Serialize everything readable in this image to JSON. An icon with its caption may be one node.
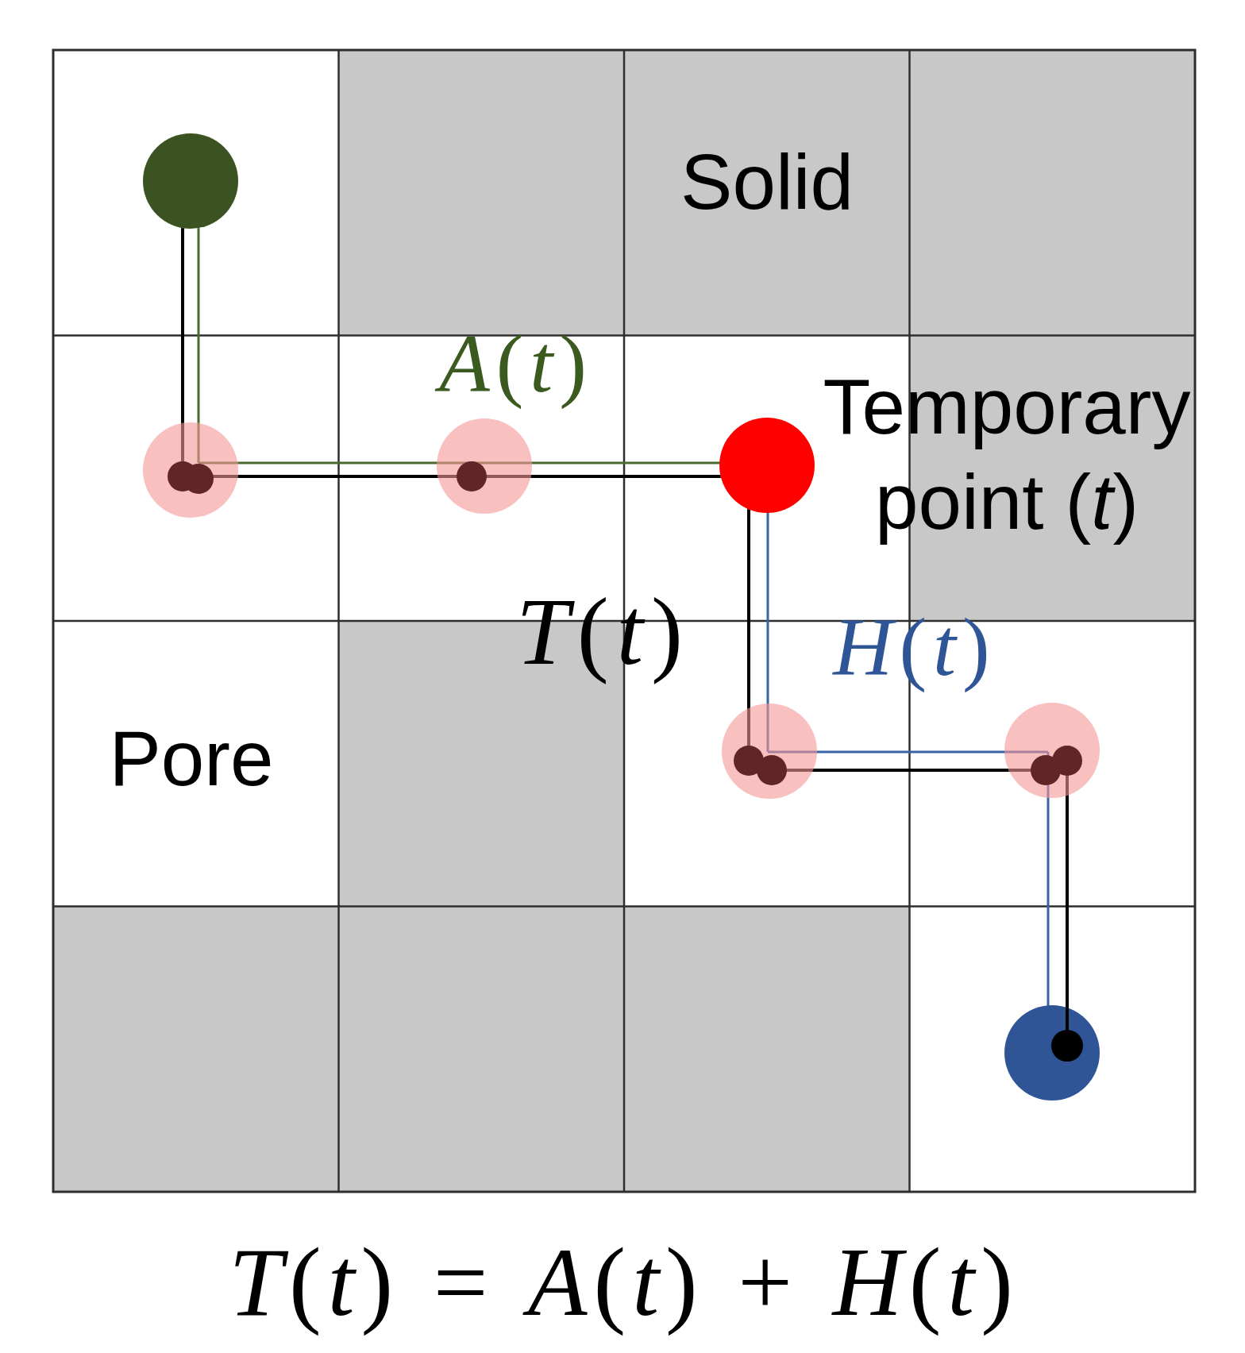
{
  "diagram": {
    "caption": "*T*(*t*) = *A*(*t*) + *H*(*t*)",
    "nodes": [
      {
        "text": [],
        "shape": "circle"
      },
      {
        "text": [],
        "shape": "circle"
      },
      {
        "text": [],
        "shape": "circle"
      },
      {
        "text": [],
        "shape": "circle",
        "beside": [
          "Temporary point (*t*)"
        ]
      },
      {
        "text": [],
        "shape": "circle"
      },
      {
        "text": [],
        "shape": "circle"
      },
      {
        "text": [],
        "shape": "circle"
      }
    ],
    "edges": [
      {
        "from": 0,
        "to": 1,
        "arrow": "none"
      },
      {
        "from": 0,
        "to": 1,
        "arrow": "none",
        "color": "#4a6b2e"
      },
      {
        "from": 1,
        "to": 2,
        "arrow": "none"
      },
      {
        "from": 1,
        "to": 2,
        "arrow": "none",
        "color": "#4a6b2e"
      },
      {
        "from": 2,
        "to": 3,
        "arrow": "none"
      },
      {
        "from": 2,
        "to": 3,
        "arrow": "none",
        "color": "#4a6b2e"
      },
      {
        "from": 3,
        "to": 4,
        "arrow": "none"
      },
      {
        "from": 3,
        "to": 4,
        "arrow": "none",
        "color": "#3a62a8"
      },
      {
        "from": 4,
        "to": 5,
        "arrow": "none"
      },
      {
        "from": 4,
        "to": 5,
        "arrow": "none",
        "color": "#3a62a8"
      },
      {
        "from": 5,
        "to": 6,
        "arrow": "none"
      },
      {
        "from": 5,
        "to": 6,
        "arrow": "none",
        "color": "#3a62a8"
      }
    ],
    "labels": [
      "Solid",
      "*A*(*t*)",
      "*T*(*t*)",
      "*H*(*t*)",
      "Pore"
    ]
  }
}
